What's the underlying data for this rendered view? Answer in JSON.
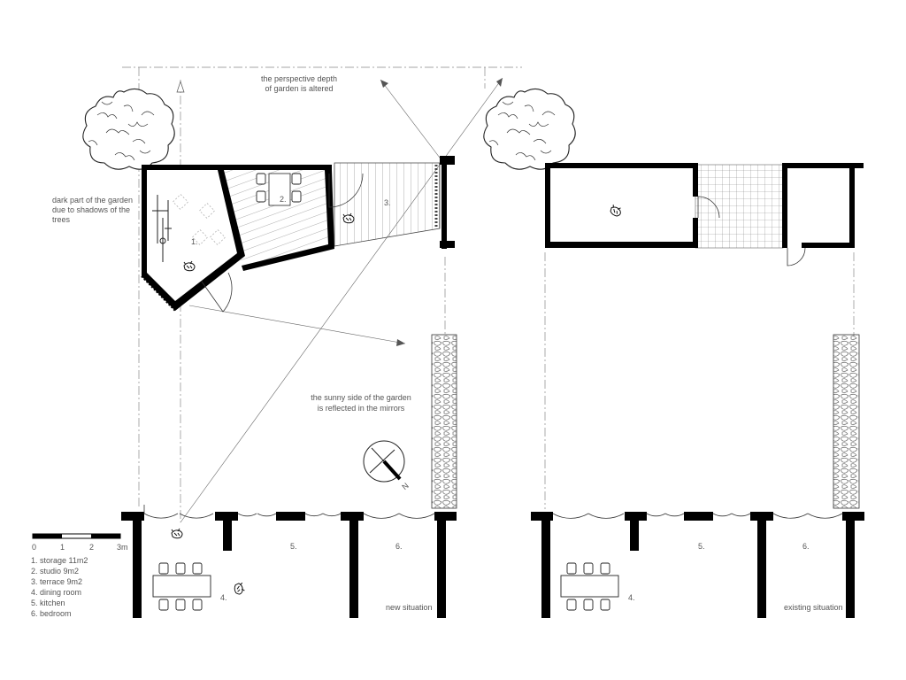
{
  "annotations": {
    "perspective_line1": "the perspective depth",
    "perspective_line2": "of garden is altered",
    "dark_line1": "dark part of the garden",
    "dark_line2": "due to shadows of the",
    "dark_line3": "trees",
    "sunny_line1": "the sunny side of the garden",
    "sunny_line2": "is reflected in the mirrors"
  },
  "new_plan": {
    "room1": "1.",
    "room2": "2.",
    "room3": "3.",
    "room4": "4.",
    "room5": "5.",
    "room6": "6.",
    "caption": "new situation"
  },
  "existing_plan": {
    "room4": "4.",
    "room5": "5.",
    "room6": "6.",
    "caption": "existing situation"
  },
  "north": "N",
  "scale": {
    "ticks": [
      "0",
      "1",
      "2",
      "3m"
    ]
  },
  "legend": [
    "1. storage 11m2",
    "2. studio 9m2",
    "3. terrace 9m2",
    "4. dining room",
    "5. kitchen",
    "6. bedroom"
  ]
}
